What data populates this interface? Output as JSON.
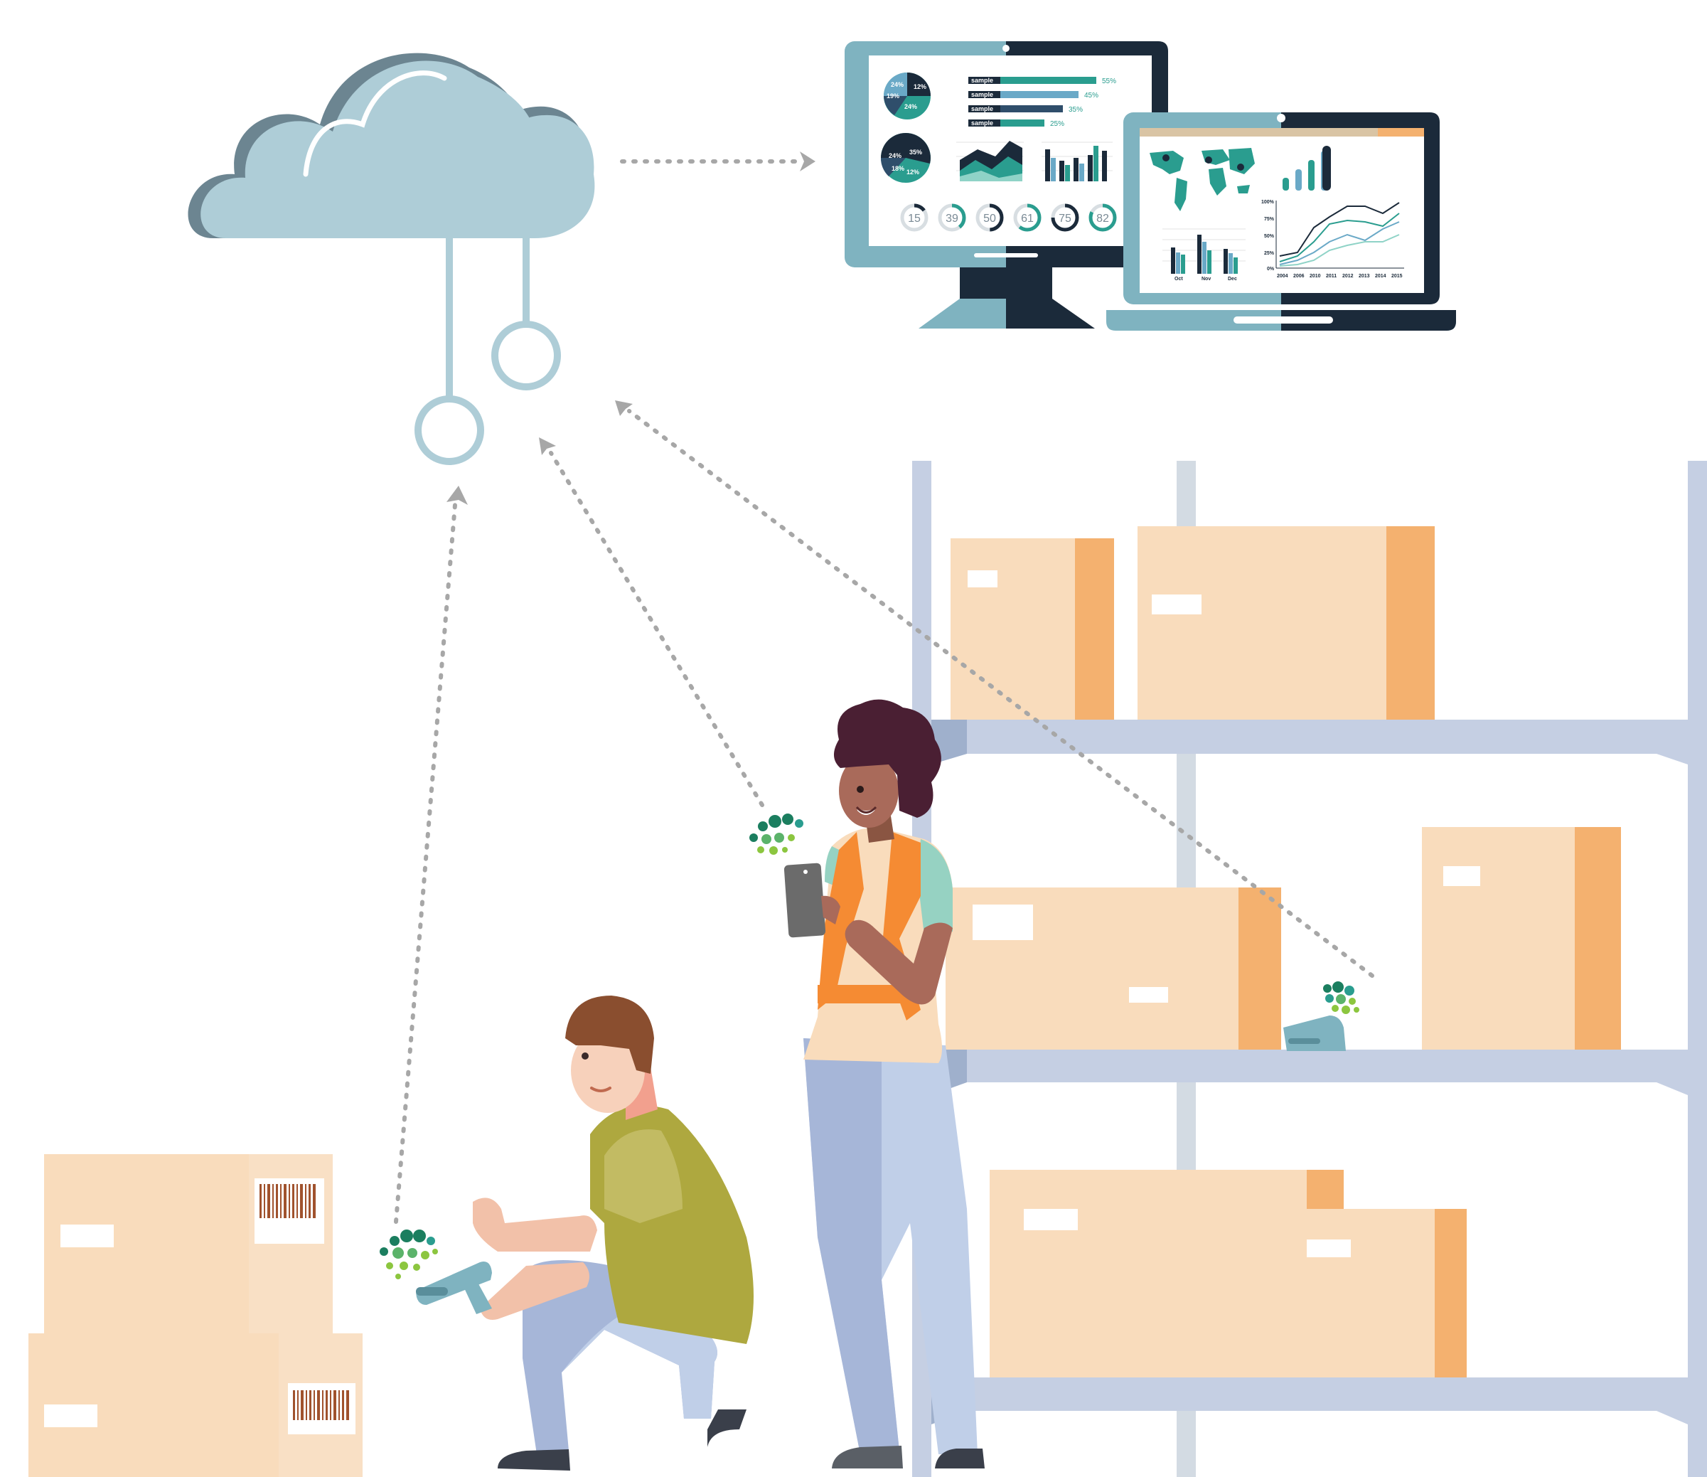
{
  "colors": {
    "cloud": "#aecdd7",
    "cloud_shadow": "#6c8591",
    "cable": "#aecdd7",
    "dotted_arrow": "#a7a7a7",
    "shelf": "#c5cfe3",
    "shelf_dark": "#9fb0cc",
    "box_light": "#f9dcbc",
    "box_side": "#f4b16f",
    "teal": "#2a9d8f",
    "navy": "#1b2a3a",
    "vest": "#f58b33",
    "green_shirt": "#aea83f",
    "scanner_dot_dark": "#1b7e5f",
    "scanner_dot_light": "#8cc63f"
  },
  "icons": [
    "cloud-icon",
    "monitor-icon",
    "laptop-icon",
    "scanner-icon",
    "tablet-icon",
    "barcode-icon"
  ],
  "monitor": {
    "bar_label": "sample",
    "bars": [
      {
        "label": "sample",
        "value": "55%"
      },
      {
        "label": "sample",
        "value": "45%"
      },
      {
        "label": "sample",
        "value": "35%"
      },
      {
        "label": "sample",
        "value": "25%"
      }
    ],
    "pie1": {
      "slices": [
        "12%",
        "24%",
        "19%",
        "24%"
      ]
    },
    "pie2": {
      "slices": [
        "24%",
        "35%",
        "18%",
        "12%"
      ]
    },
    "donuts": [
      "15",
      "39",
      "50",
      "61",
      "75",
      "82"
    ]
  },
  "laptop": {
    "bar_months": [
      "Oct",
      "Nov",
      "Dec"
    ],
    "line_y_ticks": [
      "100%",
      "75%",
      "50%",
      "25%",
      "0%"
    ],
    "line_x_ticks": [
      "2004",
      "2006",
      "2010",
      "2011",
      "2012",
      "2013",
      "2014",
      "2015"
    ]
  }
}
